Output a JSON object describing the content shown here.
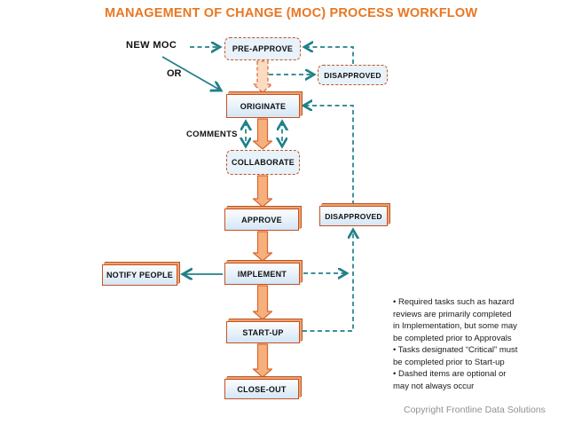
{
  "title": "MANAGEMENT OF CHANGE (MOC) PROCESS WORKFLOW",
  "labels": {
    "new_moc": "NEW MOC",
    "or": "OR",
    "comments": "COMMENTS"
  },
  "boxes": {
    "pre_approve": "PRE-APPROVE",
    "disapproved_top": "DISAPPROVED",
    "originate": "ORIGINATE",
    "collaborate": "COLLABORATE",
    "approve": "APPROVE",
    "disapproved_mid": "DISAPPROVED",
    "notify_people": "NOTIFY PEOPLE",
    "implement": "IMPLEMENT",
    "start_up": "START-UP",
    "close_out": "CLOSE-OUT"
  },
  "notes": {
    "text": "• Required tasks such as hazard\nreviews are primarily completed\nin Implementation, but some may\nbe completed prior to Approvals\n• Tasks designated “Critical” must\nbe completed prior to Start-up\n• Dashed items are optional or\nmay not always occur"
  },
  "footer": {
    "copyright": "Copyright Frontline Data Solutions"
  },
  "colors": {
    "accent_orange": "#E87722",
    "line_teal": "#20808A",
    "node_border": "#C8511F",
    "node_fill": "#EAF3FB",
    "flow_arrow_fill": "#F6B07D",
    "copyright_gray": "#8E9194"
  }
}
